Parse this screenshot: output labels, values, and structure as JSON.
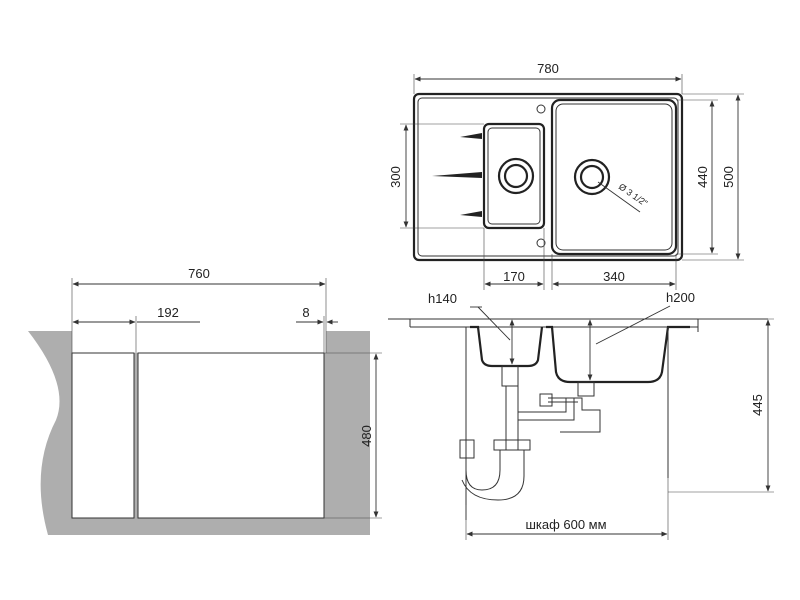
{
  "colors": {
    "wall": "#aeaeae",
    "line": "#222222",
    "background": "#ffffff"
  },
  "top_view": {
    "width_label": "780",
    "height_outer_label": "500",
    "height_bowl_label": "440",
    "small_bowl_height_label": "300",
    "small_bowl_width_label": "170",
    "large_bowl_width_label": "340",
    "drain_label": "Ø 3 1/2\""
  },
  "cabinet_view": {
    "width_label": "760",
    "left_section_label": "192",
    "gap_label": "8",
    "height_label": "480"
  },
  "side_view": {
    "small_depth_label": "h140",
    "large_depth_label": "h200",
    "height_label": "445",
    "cabinet_label": "шкаф 600 мм"
  }
}
